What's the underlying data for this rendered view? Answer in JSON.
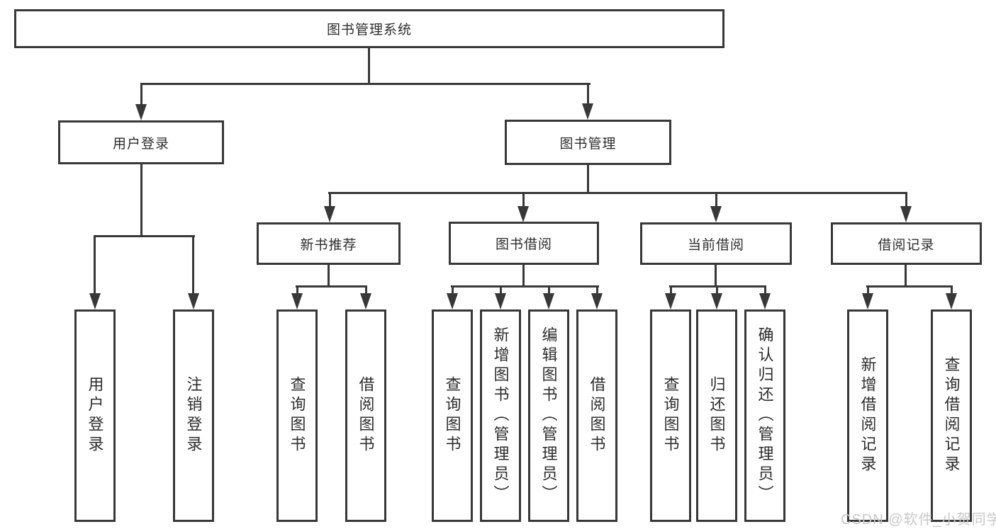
{
  "diagram": {
    "root": {
      "label": "图书管理系统"
    },
    "level1": [
      {
        "label": "用户登录"
      },
      {
        "label": "图书管理"
      }
    ],
    "level2": [
      {
        "label": "新书推荐"
      },
      {
        "label": "图书借阅"
      },
      {
        "label": "当前借阅"
      },
      {
        "label": "借阅记录"
      }
    ],
    "leaves": {
      "login": [
        "用户登录",
        "注销登录"
      ],
      "recommend": [
        "查询图书",
        "借阅图书"
      ],
      "borrow": [
        "查询图书",
        "新增图书（管理员）",
        "编辑图书（管理员）",
        "借阅图书"
      ],
      "current": [
        "查询图书",
        "归还图书",
        "确认归还（管理员）"
      ],
      "records": [
        "新增借阅记录",
        "查询借阅记录"
      ]
    }
  },
  "watermark": "CSDN @软件_小贺同学",
  "colors": {
    "line": "#383838",
    "text": "#2d2d2d",
    "watermark": "#c8c8c8",
    "background": "#ffffff"
  }
}
